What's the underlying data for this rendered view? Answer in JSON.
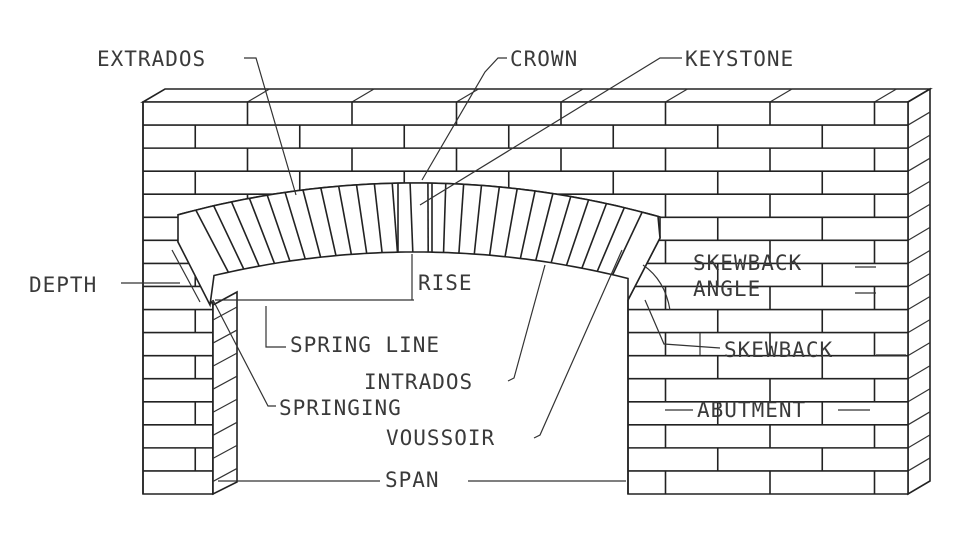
{
  "diagram": {
    "subject": "Masonry arch in brick wall",
    "colors": {
      "line": "#222222",
      "text": "#3a3a3a",
      "background": "#ffffff"
    },
    "labels": {
      "extrados": "EXTRADOS",
      "crown": "CROWN",
      "keystone": "KEYSTONE",
      "depth": "DEPTH",
      "rise": "RISE",
      "spring_line": "SPRING LINE",
      "skewback_angle_1": "SKEWBACK",
      "skewback_angle_2": "ANGLE",
      "skewback": "SKEWBACK",
      "intrados": "INTRADOS",
      "springing": "SPRINGING",
      "abutment": "ABUTMENT",
      "voussoir": "VOUSSOIR",
      "span": "SPAN"
    }
  }
}
